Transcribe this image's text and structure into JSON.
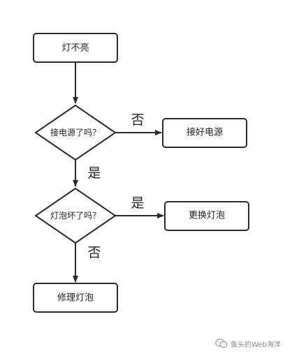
{
  "diagram": {
    "nodes": {
      "start": "灯不亮",
      "decision_power": "接电源了吗？",
      "action_connect": "接好电源",
      "decision_bulb": "灯泡坏了吗？",
      "action_replace": "更换灯泡",
      "action_repair": "修理灯泡"
    },
    "edge_labels": {
      "power_no": "否",
      "power_yes": "是",
      "bulb_yes": "是",
      "bulb_no": "否"
    }
  },
  "watermark": {
    "text": "鱼头的Web海洋"
  }
}
